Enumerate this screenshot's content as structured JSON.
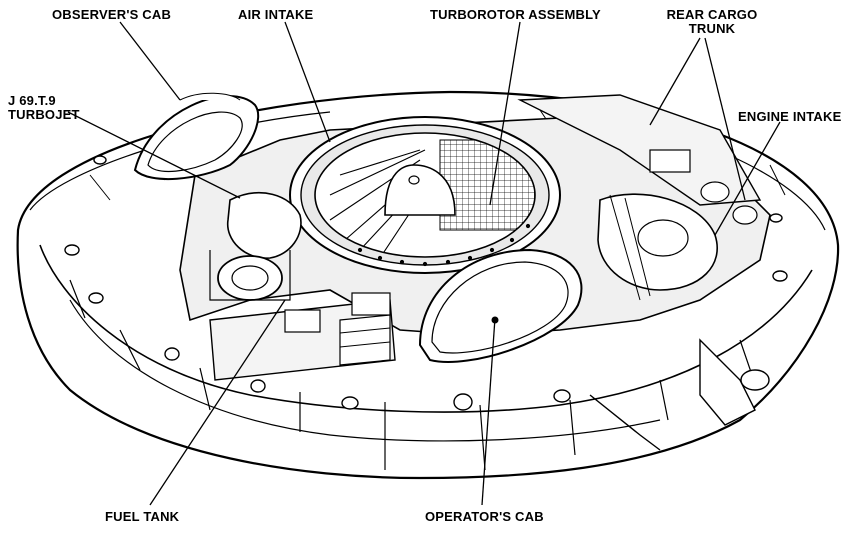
{
  "labels": {
    "observers_cab": "OBSERVER'S CAB",
    "air_intake": "AIR INTAKE",
    "turborotor_assembly": "TURBOROTOR ASSEMBLY",
    "rear_cargo_trunk_line1": "REAR CARGO",
    "rear_cargo_trunk_line2": "TRUNK",
    "turbojet_line1": "J 69.T.9",
    "turbojet_line2": "TURBOJET",
    "engine_intake": "ENGINE INTAKE",
    "fuel_tank": "FUEL TANK",
    "operators_cab": "OPERATOR'S CAB"
  },
  "colors": {
    "ink": "#000000",
    "paper": "#ffffff",
    "shade": "#e4e4e4"
  }
}
